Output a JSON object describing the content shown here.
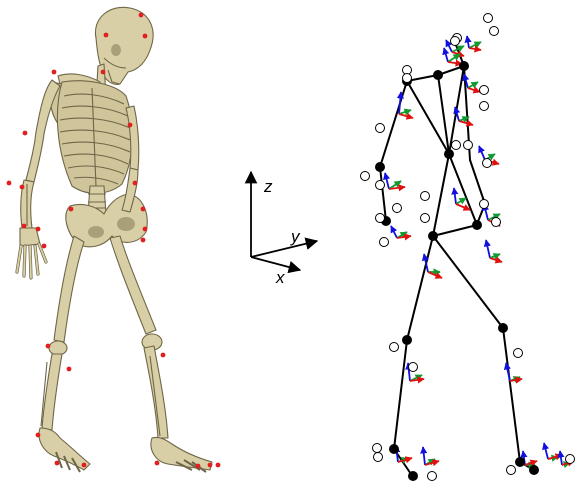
{
  "axes": {
    "z_label": "z",
    "y_label": "y",
    "x_label": "x"
  },
  "colors": {
    "bone_fill": "#d9cfa6",
    "bone_shadow": "#a99f78",
    "bone_outline": "#6f6648",
    "skin_marker": "#e02020",
    "link": "#000000",
    "joint": "#000000",
    "frame_x": "#e01010",
    "frame_y": "#109a30",
    "frame_z": "#1010e0",
    "virtual_marker_stroke": "#000000",
    "virtual_marker_fill": "#ffffff"
  }
}
